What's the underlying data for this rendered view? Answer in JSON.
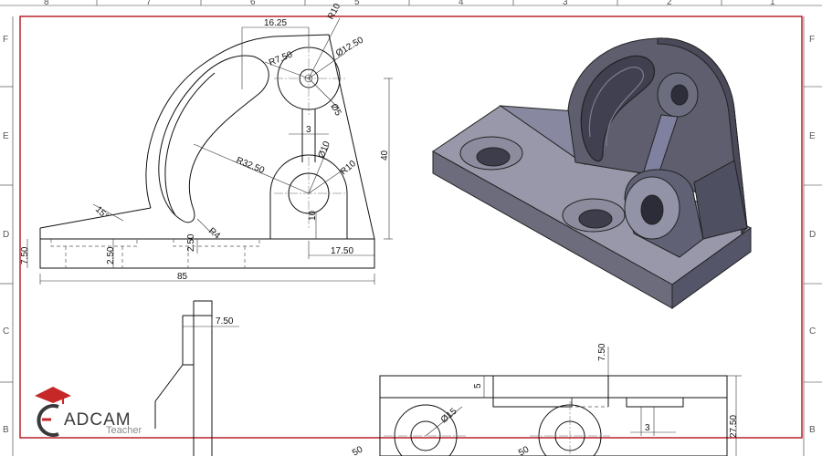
{
  "sheet": {
    "zones_top": [
      "8",
      "7",
      "6",
      "5",
      "4",
      "3",
      "2",
      "1"
    ],
    "zones_side": [
      "F",
      "E",
      "D",
      "C",
      "B"
    ],
    "border_color": "#b5121b"
  },
  "front_view": {
    "dims": {
      "top_width": "16.25",
      "top_radius": "R10",
      "hole_top_dia": "Ø12.50",
      "inner_radius": "R7.50",
      "small_hole_dia": "Ø5",
      "web_width": "3",
      "mid_hole_dia": "Ø10",
      "arc_radius": "R32.50",
      "mid_radius": "R10",
      "height": "40",
      "angle": "15°",
      "fillet": "R4",
      "boss_height": "10",
      "base_thickness": "7.50",
      "pocket_depth_a": "2.50",
      "pocket_depth_b": "2.50",
      "right_offset": "17.50",
      "overall_width": "85"
    }
  },
  "side_view": {
    "dims": {
      "top_width": "7.50"
    }
  },
  "top_view": {
    "dims": {
      "vert_a": "7.50",
      "vert_b": "5",
      "hole_dia": "Ø15",
      "web": "3",
      "depth": "27.50",
      "partial": "50"
    }
  },
  "logo": {
    "brand": "ADCAM",
    "sub": "Teacher",
    "accent": "#c62828"
  }
}
